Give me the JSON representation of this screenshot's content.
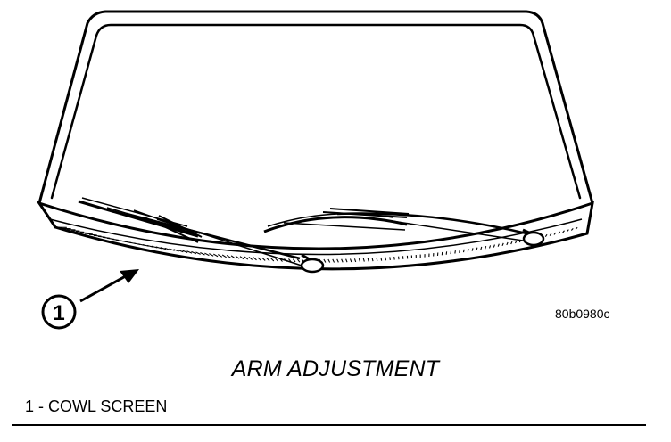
{
  "figure": {
    "callout_number": "1",
    "figure_code": "80b0980c"
  },
  "caption": "ARM ADJUSTMENT",
  "legend": {
    "items": [
      {
        "label": "1 - COWL SCREEN"
      }
    ]
  }
}
